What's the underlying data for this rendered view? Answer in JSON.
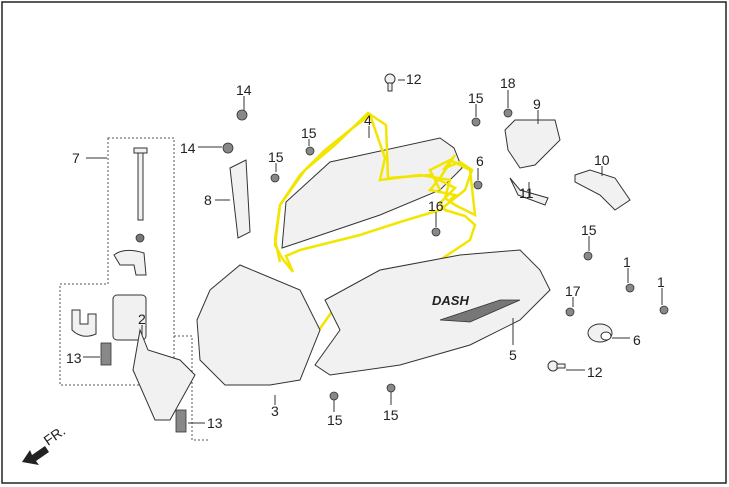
{
  "diagram": {
    "title": "Body cover parts exploded view",
    "direction_label": "FR.",
    "brand_decal": "DASH",
    "highlight_color": "#f2e600",
    "callouts": {
      "c18": "18",
      "c12a": "12",
      "c14a": "14",
      "c14b": "14",
      "c15a": "15",
      "c9": "9",
      "c4": "4",
      "c15b": "15",
      "c7": "7",
      "c15c": "15",
      "c16a": "6",
      "c10": "10",
      "c8": "8",
      "c11": "11",
      "c16b": "16",
      "c15d": "15",
      "c1a": "1",
      "c1b": "1",
      "c17": "17",
      "c5": "5",
      "c6": "6",
      "c2": "2",
      "c13a": "13",
      "c3": "3",
      "c12b": "12",
      "c15e": "15",
      "c15f": "15",
      "c13b": "13"
    }
  }
}
